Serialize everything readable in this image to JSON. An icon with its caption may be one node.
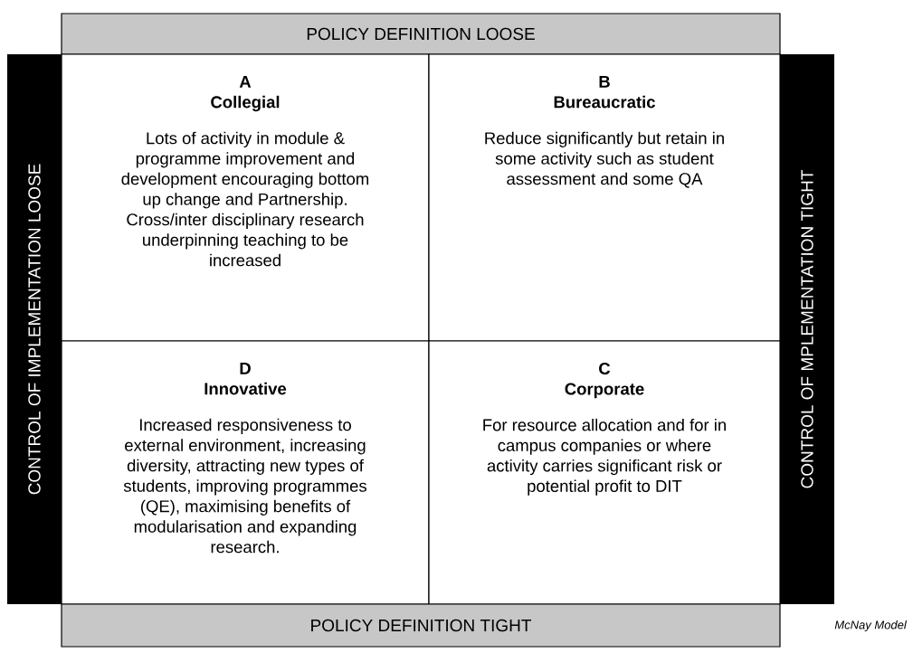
{
  "diagram": {
    "caption": "McNay Model",
    "nodes": [
      {
        "text": [
          "POLICY DEFINITION LOOSE"
        ]
      },
      {
        "text": [
          "CONTROL OF IMPLEMENTATION LOOSE"
        ]
      },
      {
        "text": [
          "A",
          "Collegial",
          "Lots of activity in module & programme improvement and development encouraging bottom up change and Partnership. Cross/inter disciplinary research underpinning teaching to be increased"
        ]
      },
      {
        "text": [
          "B",
          "Bureaucratic",
          "Reduce significantly but retain in some activity such as student assessment and some QA"
        ]
      },
      {
        "text": [
          "CONTROL OF MPLEMENTATION TIGHT"
        ]
      },
      {
        "text": [
          "D",
          "Innovative",
          "Increased responsiveness to external environment, increasing diversity, attracting new types of students, improving programmes (QE), maximising benefits of modularisation and expanding research."
        ]
      },
      {
        "text": [
          "C",
          "Corporate",
          "For resource allocation and for in campus companies or where activity carries significant risk or potential profit to DIT"
        ]
      },
      {
        "text": [
          "POLICY DEFINITION TIGHT"
        ]
      }
    ]
  }
}
